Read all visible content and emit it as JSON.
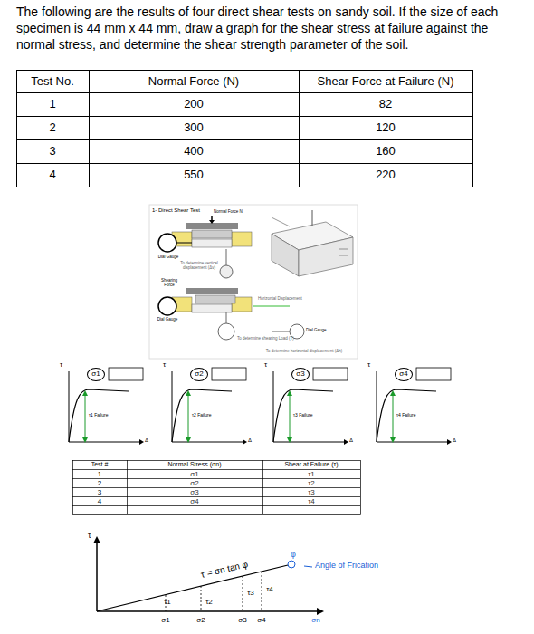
{
  "diagram": {
    "title": "The following are the results of four direct shear tests on sandy soil. If the size of each specimen is 44 mm x 44 mm, draw a graph for the shear stress at failure against the normal stress, and determine the shear strength parameter of the soil.",
    "nodes": [
      {
        "text": [
          "σ1"
        ]
      },
      {
        "text": [
          "σ2"
        ]
      },
      {
        "text": [
          "σ3"
        ]
      },
      {
        "text": [
          "σ4"
        ]
      }
    ],
    "labels": [
      "Test No.",
      "Normal Force (N)",
      "Shear Force at Failure (N)",
      "1",
      "200",
      "82",
      "2",
      "300",
      "120",
      "3",
      "400",
      "160",
      "4",
      "550",
      "220",
      "1- Direct Shear Test",
      "Dial Gauge",
      "Normal Force N",
      "To determine vertical displacement (Δv)",
      "Shearing Force",
      "Dial Gauge",
      "To determine shearing Load (T)",
      "Horizontal Displacement",
      "Dial Gauge",
      "To determine horizontal displacement (Δh)",
      "τ",
      "τ1 Failure",
      "Δ",
      "τ",
      "τ2 Failure",
      "Δ",
      "τ",
      "τ3 Failure",
      "Δ",
      "τ",
      "τ4 Failure",
      "Δ",
      "Test #",
      "Normal Stress (σn)",
      "Shear at Failure (τ)",
      "1",
      "σ1",
      "τ1",
      "2",
      "σ2",
      "τ2",
      "3",
      "σ3",
      "τ3",
      "4",
      "σ4",
      "τ4",
      "τ",
      "τ = σn tan φ",
      "φ",
      "Angle of Frication",
      "τ1",
      "τ2",
      "τ3",
      "τ4",
      "σ1",
      "σ2",
      "σ3",
      "σ4",
      "σn"
    ]
  }
}
